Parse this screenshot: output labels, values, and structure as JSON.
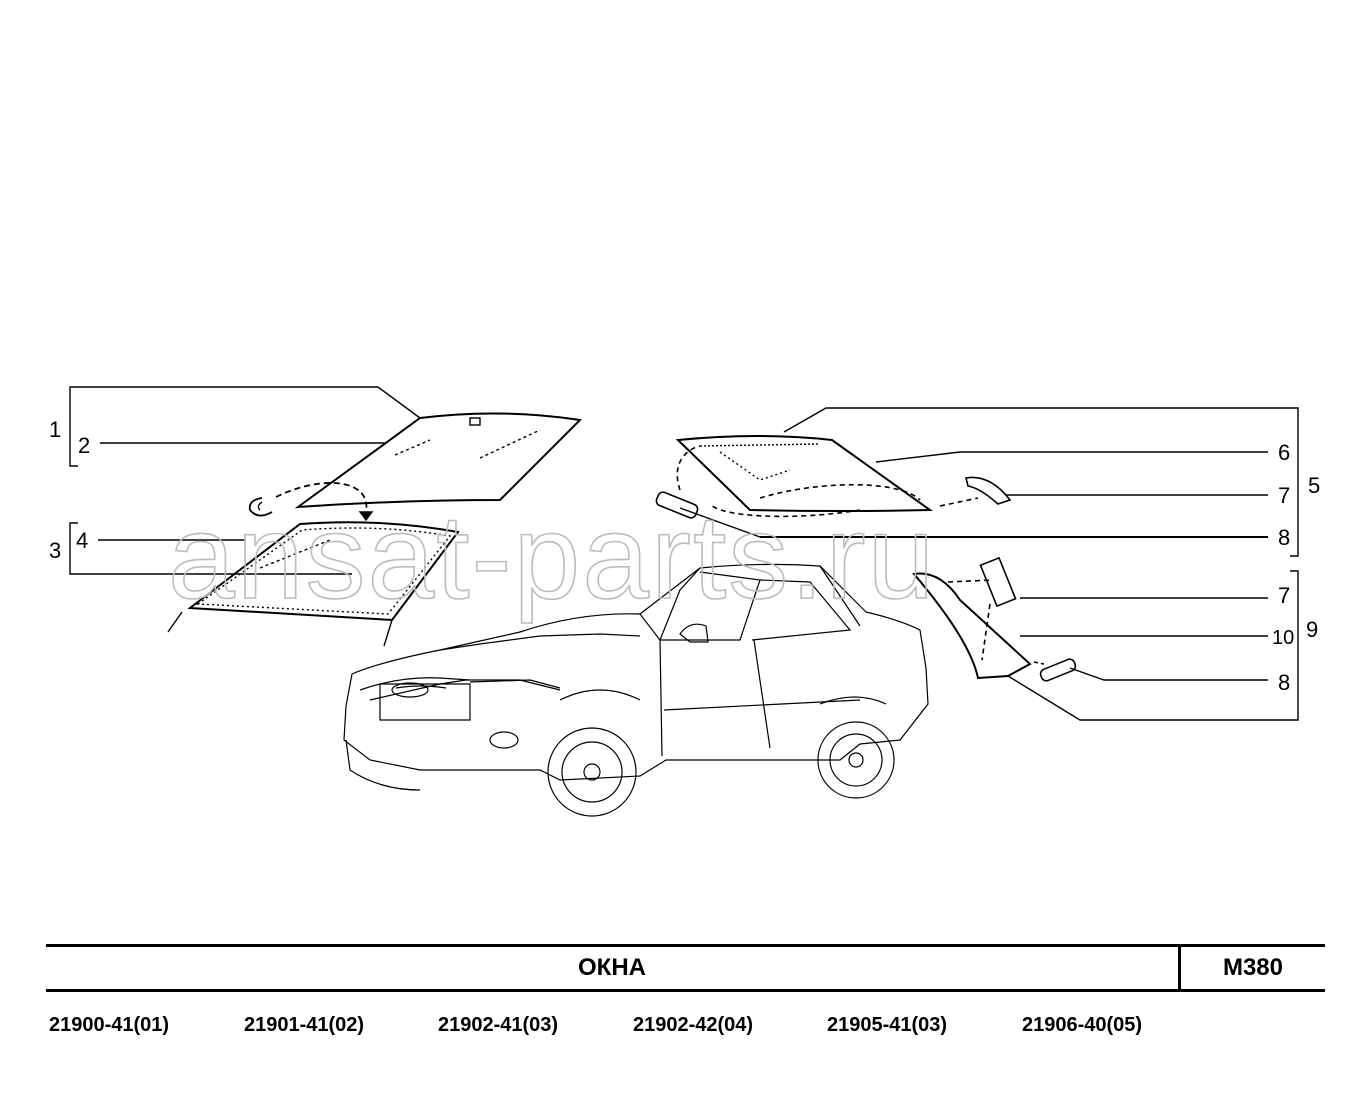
{
  "watermark": "ansat-parts.ru",
  "callouts": {
    "c1": "1",
    "c2": "2",
    "c3": "3",
    "c4": "4",
    "c5": "5",
    "c6": "6",
    "c7a": "7",
    "c8a": "8",
    "c7b": "7",
    "c9": "9",
    "c10": "10",
    "c8b": "8"
  },
  "footer": {
    "title": "ОКНА",
    "code": "M380",
    "variants": [
      "21900-41(01)",
      "21901-41(02)",
      "21902-41(03)",
      "21902-42(04)",
      "21905-41(03)",
      "21906-40(05)"
    ]
  }
}
